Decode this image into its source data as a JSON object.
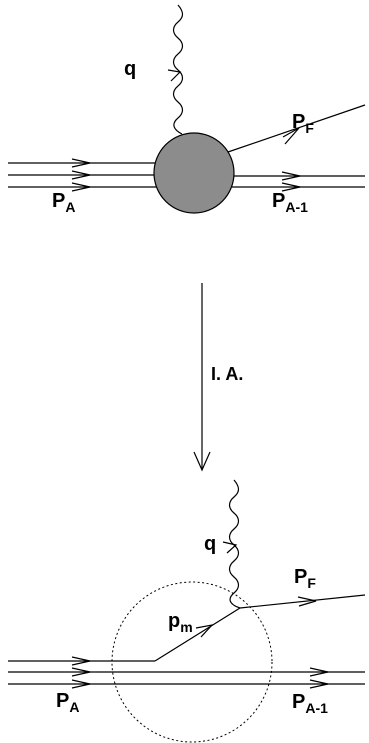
{
  "top_diagram": {
    "photon_label": "q",
    "outgoing_label": "P",
    "outgoing_sub": "F",
    "incoming_label": "P",
    "incoming_sub": "A",
    "residual_label": "P",
    "residual_sub": "A-1"
  },
  "arrow": {
    "label": "I. A."
  },
  "bottom_diagram": {
    "photon_label": "q",
    "outgoing_label": "P",
    "outgoing_sub": "F",
    "nucleon_label": "p",
    "nucleon_sub": "m",
    "incoming_label": "P",
    "incoming_sub": "A",
    "residual_label": "P",
    "residual_sub": "A-1"
  },
  "colors": {
    "blob_fill": "#8c8c8c",
    "line": "#000000",
    "background": "#ffffff"
  }
}
